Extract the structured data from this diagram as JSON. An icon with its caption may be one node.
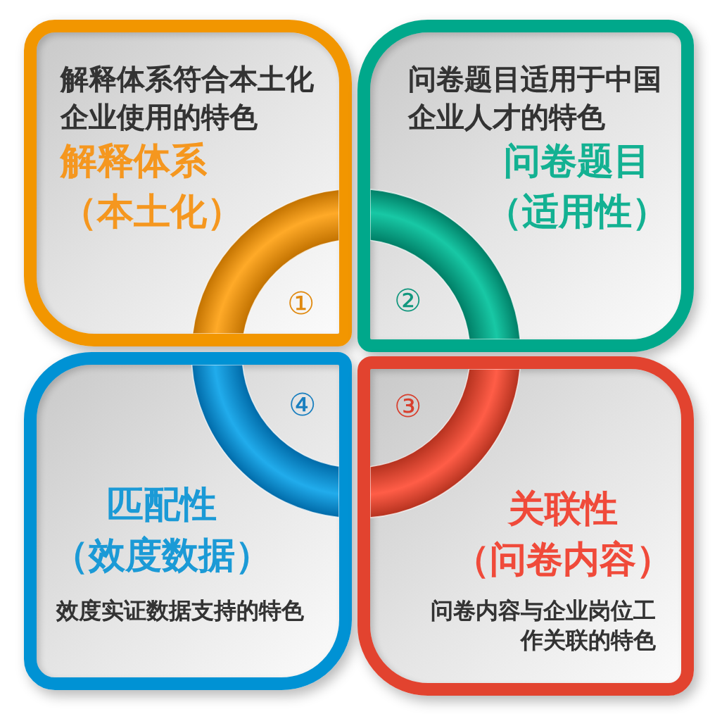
{
  "diagram": {
    "nodes": [
      {
        "text": [
          "解释体系符合本土化企业使用的特色",
          "解释体系（本土化）",
          "①"
        ]
      },
      {
        "text": [
          "问卷题目适用于中国企业人才的特色",
          "问卷题目（适用性）",
          "②"
        ]
      },
      {
        "text": [
          "④",
          "匹配性（效度数据）",
          "效度实证数据支持的特色"
        ]
      },
      {
        "text": [
          "③",
          "关联性（问卷内容）",
          "问卷内容与企业岗位工作关联的特色"
        ]
      }
    ]
  }
}
